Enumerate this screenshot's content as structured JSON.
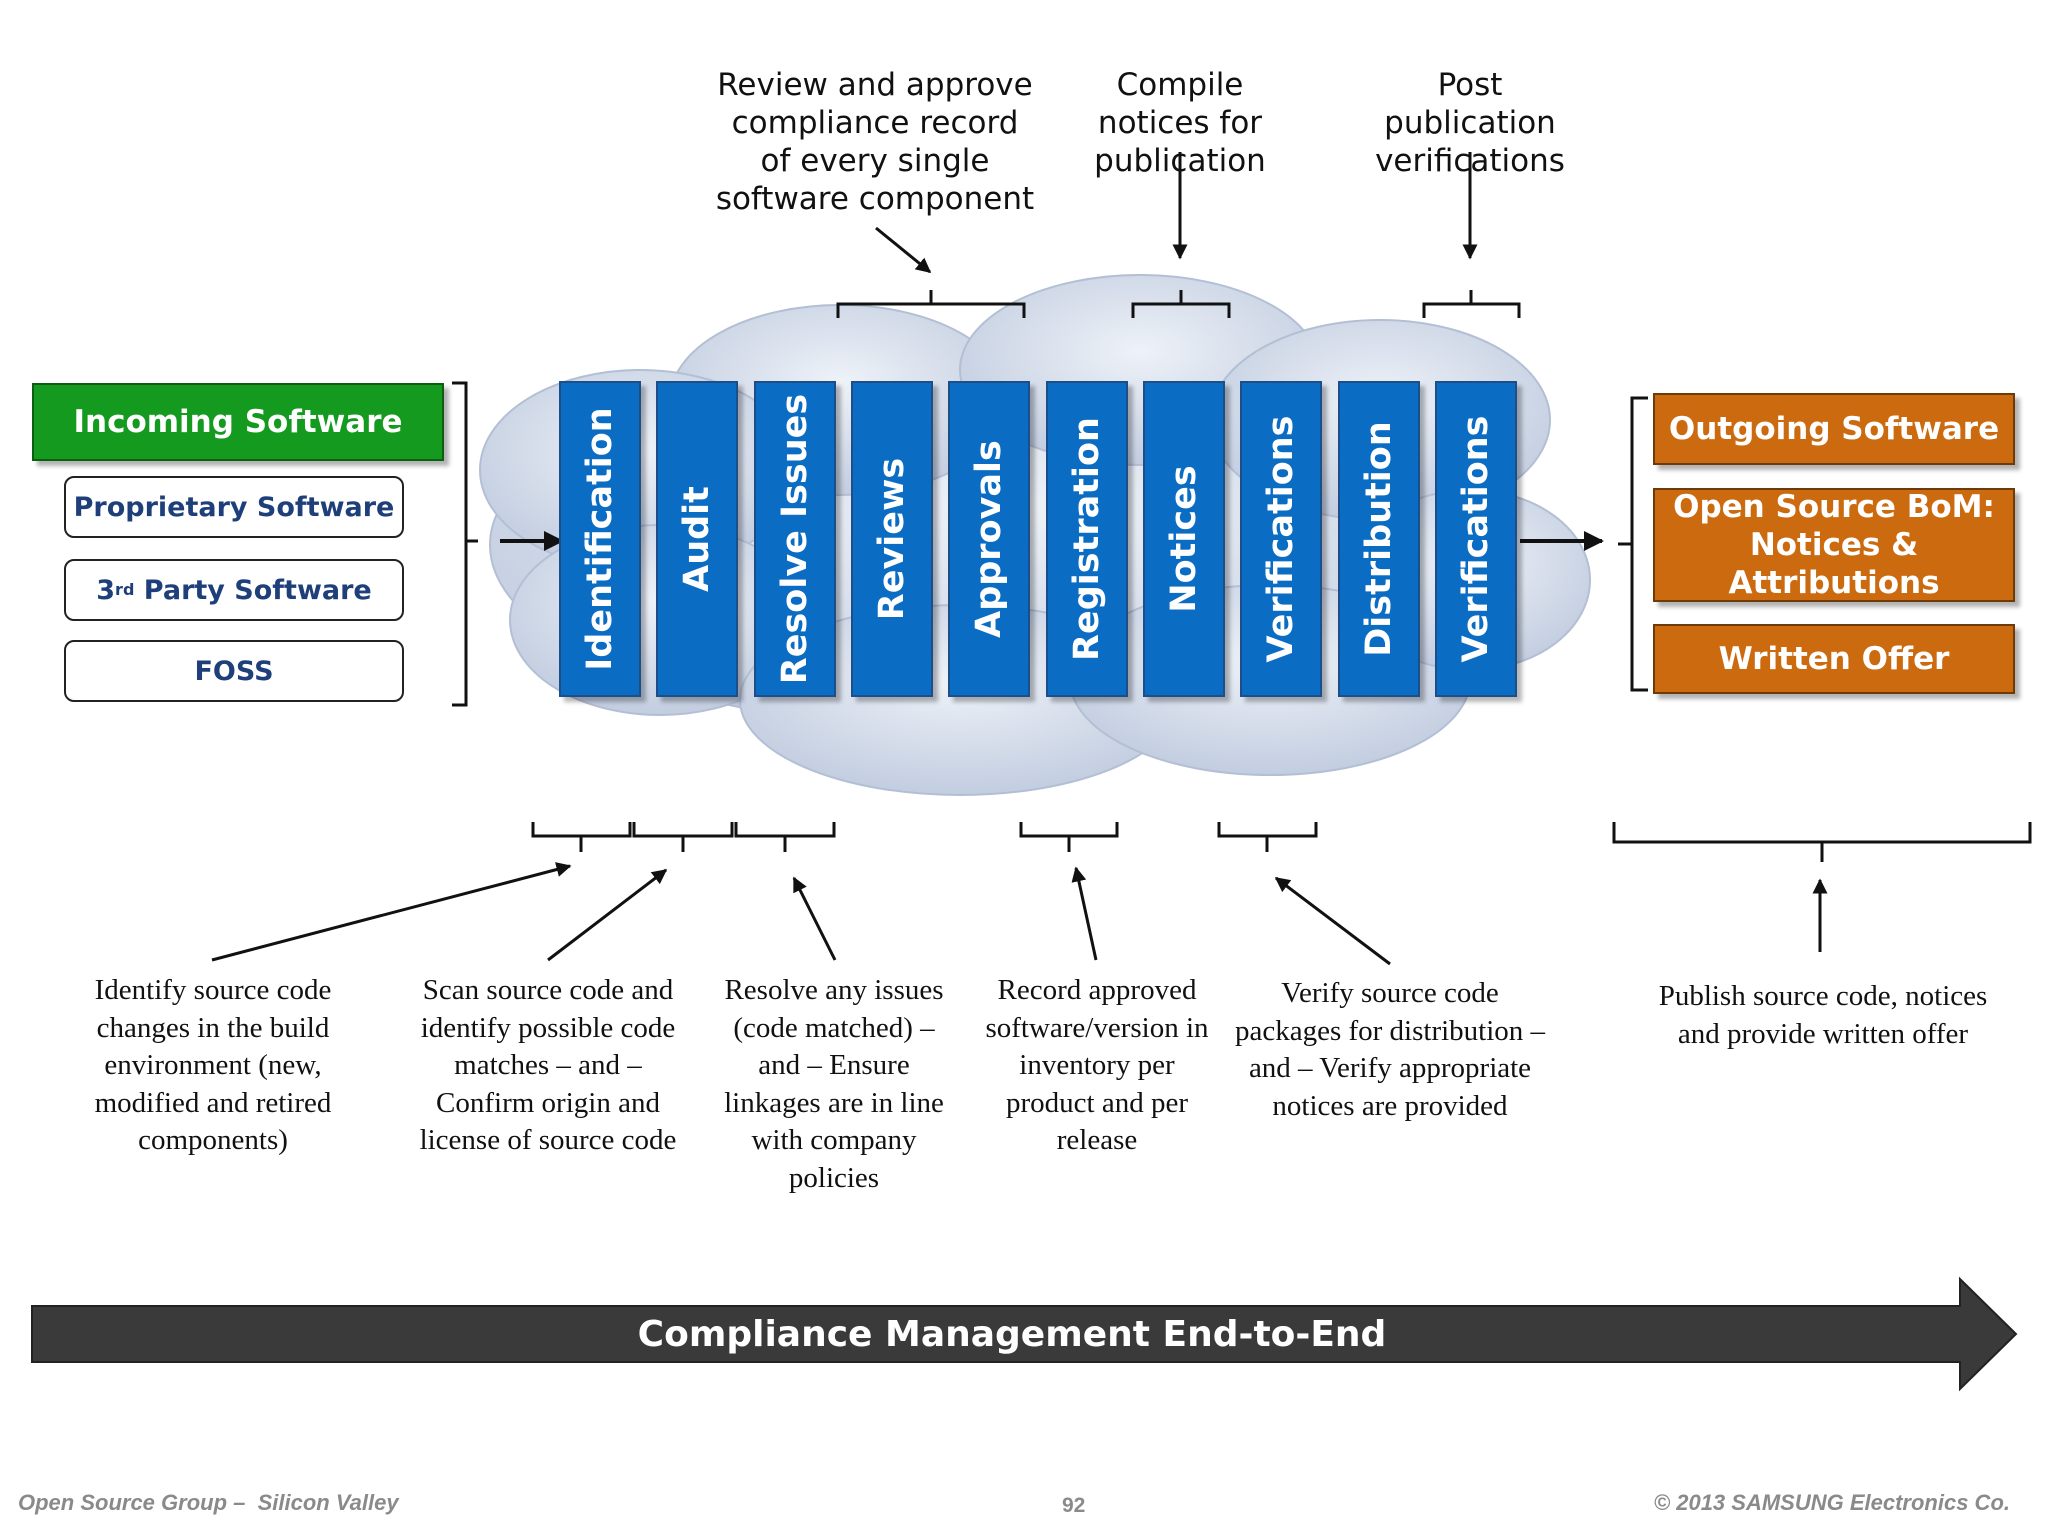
{
  "top_notes": [
    "Review and approve compliance record of every single software component",
    "Compile notices for publication",
    "Post publication verifications"
  ],
  "incoming": {
    "title": "Incoming Software",
    "items": [
      {
        "label": "Proprietary Software"
      },
      {
        "prefix": "3",
        "sup": "rd",
        "suffix": " Party Software"
      },
      {
        "label": "FOSS"
      }
    ]
  },
  "stages": [
    "Identification",
    "Audit",
    "Resolve Issues",
    "Reviews",
    "Approvals",
    "Registration",
    "Notices",
    "Verifications",
    "Distribution",
    "Verifications"
  ],
  "outgoing": {
    "title": "Outgoing Software",
    "items": [
      "Open Source BoM: Notices & Attributions",
      "Written Offer"
    ]
  },
  "bottom_notes": [
    "Identify source code changes in the build environment (new, modified and retired components)",
    "Scan source code and identify possible code matches – and – Confirm origin and license of source code",
    "Resolve any issues (code matched) – and – Ensure linkages are in line with company policies",
    "Record approved software/version in inventory per product and per release",
    "Verify source code packages for distribution – and – Verify appropriate notices are provided",
    "Publish source code, notices and provide written offer"
  ],
  "arrow_label": "Compliance Management End-to-End",
  "footer": {
    "left": "Open Source Group –  Silicon Valley",
    "page": "92",
    "right": "© 2013 SAMSUNG Electronics Co."
  },
  "colors": {
    "stage": "#0b6cc4",
    "incoming": "#139a1f",
    "outgoing": "#cc6a10",
    "arrow": "#3a3a3a",
    "cloud": "#c9d4e6"
  }
}
